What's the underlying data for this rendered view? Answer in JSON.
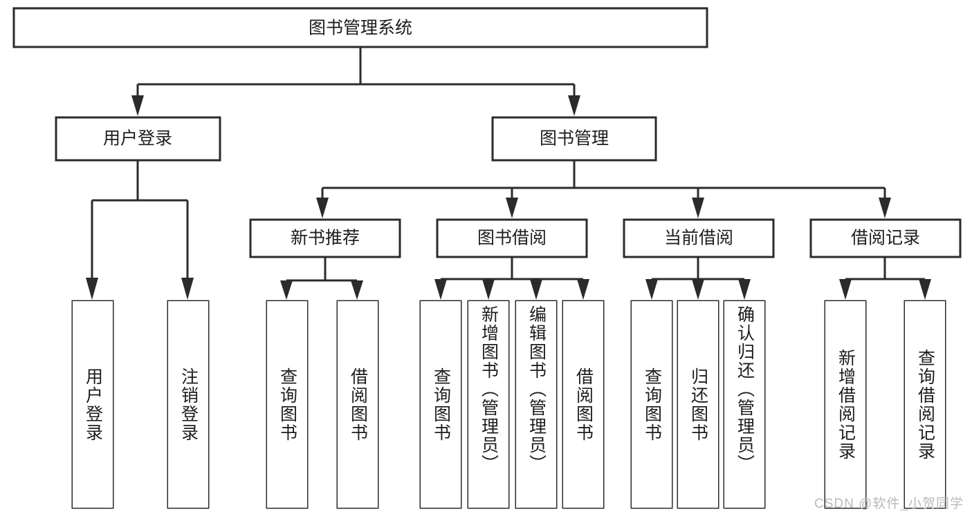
{
  "diagram": {
    "type": "tree-hierarchy",
    "title": "图书管理系统",
    "orientation": "top-down",
    "colors": {
      "stroke": "#2b2b2b",
      "fill": "#ffffff",
      "text": "#1d1d1d",
      "background": "#ffffff",
      "watermark": "#b9b9b9"
    },
    "root": {
      "label": "图书管理系统"
    },
    "level2": [
      {
        "label": "用户登录"
      },
      {
        "label": "图书管理"
      }
    ],
    "level3": [
      {
        "label": "新书推荐"
      },
      {
        "label": "图书借阅"
      },
      {
        "label": "当前借阅"
      },
      {
        "label": "借阅记录"
      }
    ],
    "leaves": {
      "user_login": [
        {
          "label": "用户登录"
        },
        {
          "label": "注销登录"
        }
      ],
      "new_book_recommend": [
        {
          "label": "查询图书"
        },
        {
          "label": "借阅图书"
        }
      ],
      "book_borrow": [
        {
          "label": "查询图书"
        },
        {
          "label": "新增图书（管理员）"
        },
        {
          "label": "编辑图书（管理员）"
        },
        {
          "label": "借阅图书"
        }
      ],
      "current_borrow": [
        {
          "label": "查询图书"
        },
        {
          "label": "归还图书"
        },
        {
          "label": "确认归还（管理员）"
        }
      ],
      "borrow_record": [
        {
          "label": "新增借阅记录"
        },
        {
          "label": "查询借阅记录"
        }
      ]
    }
  },
  "watermark": {
    "text": "CSDN @软件_小贺同学"
  }
}
